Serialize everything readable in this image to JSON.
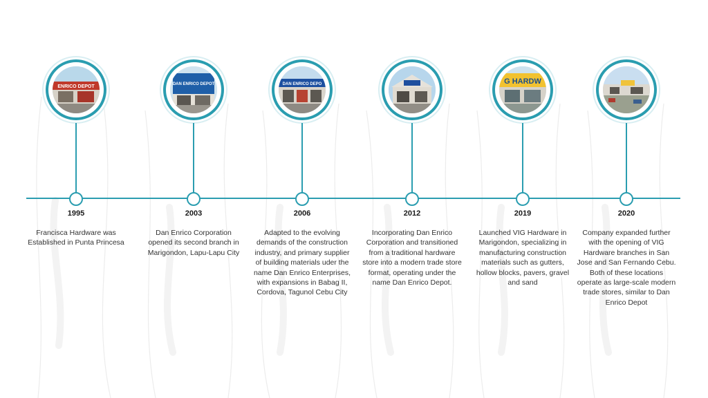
{
  "colors": {
    "accent": "#2a9db0",
    "text": "#333333",
    "background": "#ffffff"
  },
  "milestones": [
    {
      "year": "1995",
      "description": "Francisca Hardware was Established in Punta Princesa",
      "photo_sign": "ENRICO DEPOT"
    },
    {
      "year": "2003",
      "description": "Dan Enrico Corporation opened its second branch in Marigondon, Lapu-Lapu City",
      "photo_sign": "DAN ENRICO DEPOT"
    },
    {
      "year": "2006",
      "description": "Adapted to the evolving demands of the construction industry, and primary supplier of building materials uder the name Dan Enrico Enterprises, with expansions in Babag II, Cordova, Tagunol Cebu City",
      "photo_sign": "DAN ENRICO DEPO"
    },
    {
      "year": "2012",
      "description": "Incorporating Dan Enrico Corporation and transitioned from a traditional hardware store  into a modern trade store format, operating under the name Dan Enrico Depot.",
      "photo_sign": ""
    },
    {
      "year": "2019",
      "description": "Launched VIG Hardware in Marigondon, specializing in manufacturing construction materials such as gutters, hollow blocks,  pavers, gravel and sand",
      "photo_sign": "G HARDW"
    },
    {
      "year": "2020",
      "description": "Company expanded further with the opening of VIG Hardware branches in San Jose and San Fernando Cebu. Both of these locations operate as large-scale modern trade stores, similar to Dan Enrico Depot",
      "photo_sign": ""
    }
  ]
}
